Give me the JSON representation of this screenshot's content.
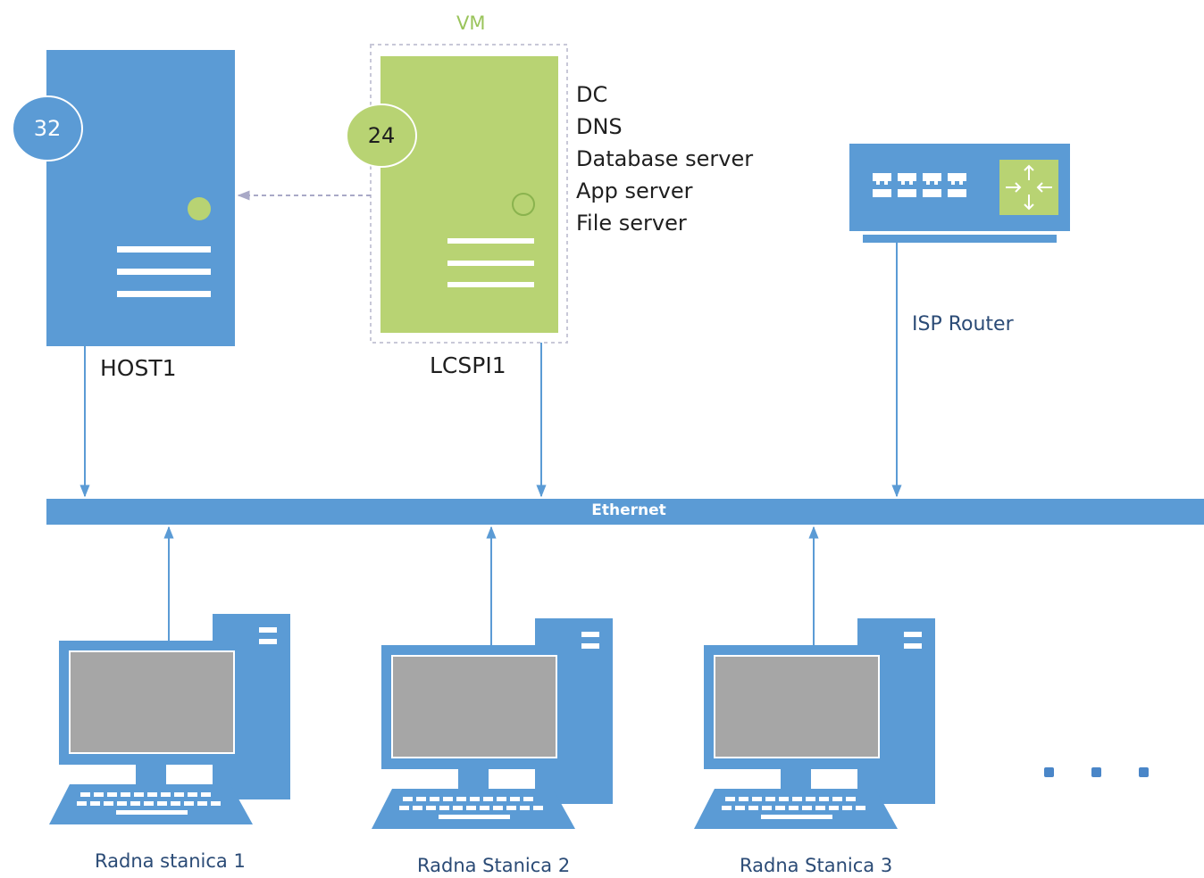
{
  "colors": {
    "blue": "#5b9bd5",
    "green": "#b8d373",
    "green_dark": "#8ab34e",
    "grey_screen": "#a6a6a6",
    "dashed": "#a9a9c7"
  },
  "host": {
    "name": "HOST1",
    "badge": "32"
  },
  "vm": {
    "tag": "VM",
    "name": "LCSPI1",
    "badge": "24",
    "roles": [
      "DC",
      "DNS",
      "Database server",
      "App server",
      "File server"
    ]
  },
  "router": {
    "label": "ISP Router",
    "icon": "router-icon"
  },
  "network": {
    "label": "Ethernet"
  },
  "workstations": [
    {
      "label": "Radna stanica 1"
    },
    {
      "label": "Radna Stanica 2"
    },
    {
      "label": "Radna Stanica 3"
    }
  ],
  "more_icon": "ellipsis-icon"
}
